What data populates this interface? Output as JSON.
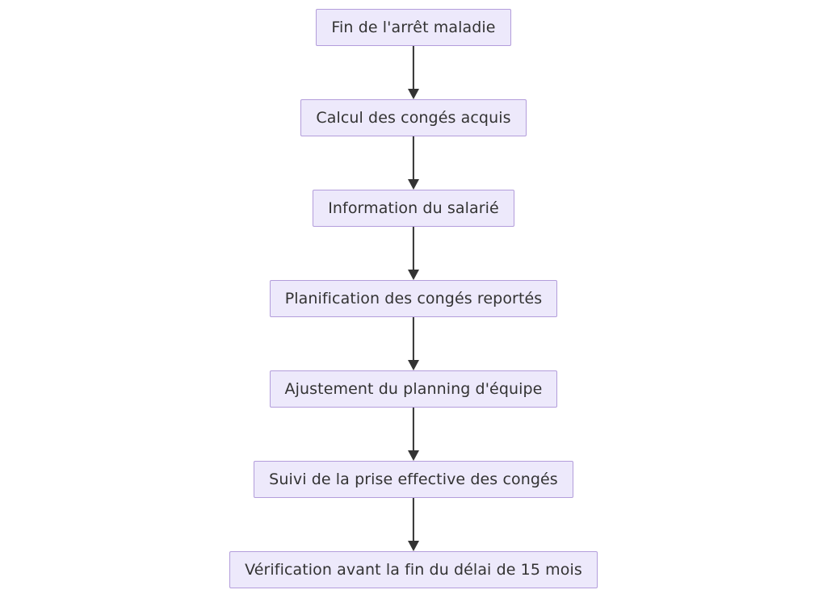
{
  "diagram": {
    "type": "flowchart",
    "orientation": "top-to-bottom",
    "background_color": "#ffffff",
    "node_fill_color": "#ede9fb",
    "node_border_color": "#b39ddb",
    "node_text_color": "#333333",
    "connector_color": "#333333",
    "nodes": [
      {
        "id": "n1",
        "label": "Fin de l'arrêt maladie"
      },
      {
        "id": "n2",
        "label": "Calcul des congés acquis"
      },
      {
        "id": "n3",
        "label": "Information du salarié"
      },
      {
        "id": "n4",
        "label": "Planification des congés reportés"
      },
      {
        "id": "n5",
        "label": "Ajustement du planning d'équipe"
      },
      {
        "id": "n6",
        "label": "Suivi de la prise effective des congés"
      },
      {
        "id": "n7",
        "label": "Vérification avant la fin du délai de 15 mois"
      }
    ],
    "edges": [
      {
        "from": "n1",
        "to": "n2",
        "arrow": "arrow-down-icon"
      },
      {
        "from": "n2",
        "to": "n3",
        "arrow": "arrow-down-icon"
      },
      {
        "from": "n3",
        "to": "n4",
        "arrow": "arrow-down-icon"
      },
      {
        "from": "n4",
        "to": "n5",
        "arrow": "arrow-down-icon"
      },
      {
        "from": "n5",
        "to": "n6",
        "arrow": "arrow-down-icon"
      },
      {
        "from": "n6",
        "to": "n7",
        "arrow": "arrow-down-icon"
      }
    ]
  }
}
